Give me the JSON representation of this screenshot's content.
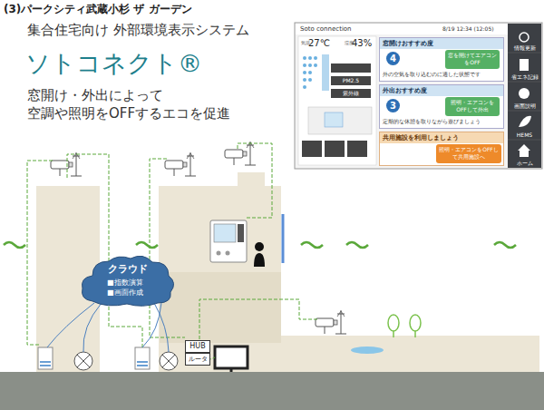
{
  "diagram": {
    "title": "(3)パークシティ武蔵小杉 ザ ガーデン",
    "nodes": [
      {
        "text": [
          "クラウド",
          "■指数演算",
          "■画面作成"
        ]
      },
      {
        "text": [
          "HUB"
        ]
      },
      {
        "text": [
          "ルータ"
        ]
      },
      {
        "text": [
          "窓開けおすすめ度",
          "4",
          "窓を開けてエアコンをOFF",
          "外の空気を取り込むのに適した状態です"
        ]
      },
      {
        "text": [
          "外出おすすめ度",
          "3",
          "照明・エアコンをOFFして外出",
          "定期的な休憩を取りながら遊びましょう"
        ]
      },
      {
        "text": [
          "共用施設を利用しましょう",
          "照明・エアコンをOFFして共用施設へ"
        ]
      }
    ],
    "labels": [
      "集合住宅向け 外部環境表示システム",
      "ソトコネクト®",
      "窓開け・外出によって 空調や照明をOFFするエコを促進",
      "Soto connection",
      "8/19 12:34 (12:05)",
      "気温",
      "27℃",
      "湿度",
      "43%",
      "PM2.5",
      "紫外線",
      "情報更新",
      "省エネ記録",
      "画面説明",
      "HEMS",
      "ホーム"
    ]
  }
}
